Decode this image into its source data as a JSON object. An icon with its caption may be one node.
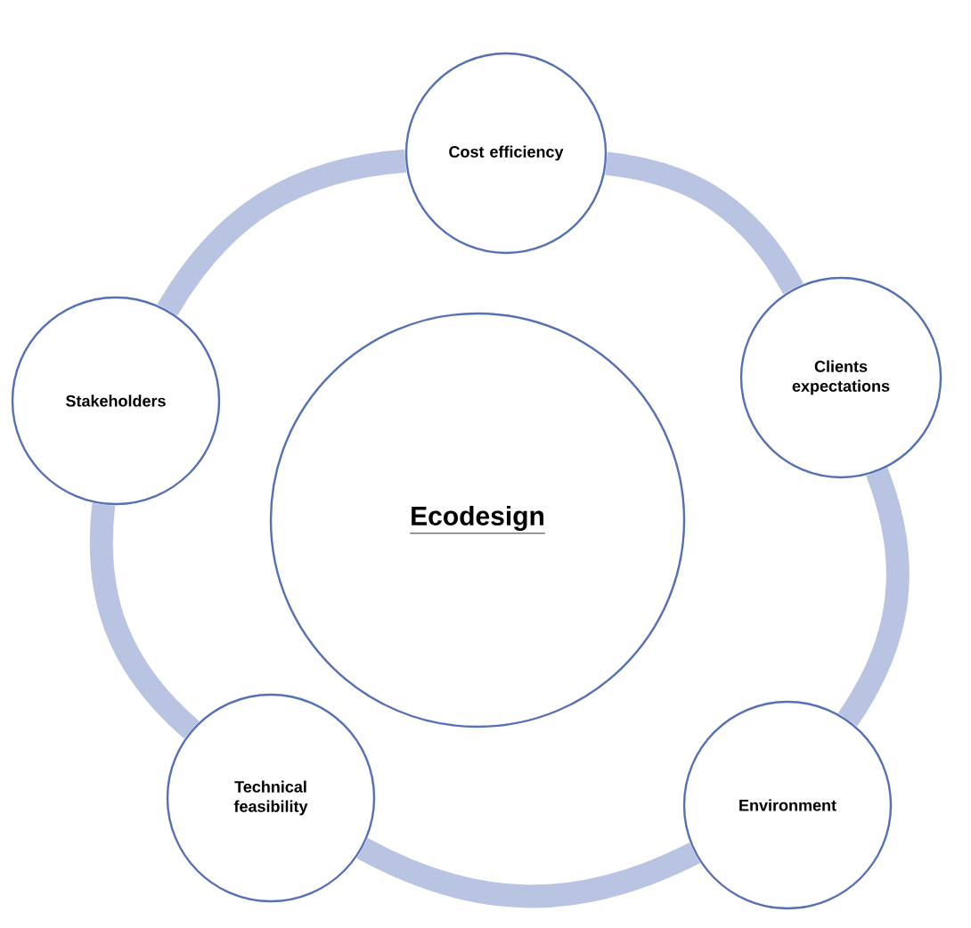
{
  "diagram": {
    "nodes": [
      {
        "text": [
          "Cost efficiency"
        ]
      },
      {
        "text": [
          "Clients expectations"
        ]
      },
      {
        "text": [
          "Environment"
        ]
      },
      {
        "text": [
          "Technical feasibility"
        ]
      },
      {
        "text": [
          "Stakeholders"
        ]
      },
      {
        "text": [
          "Ecodesign"
        ]
      }
    ],
    "edges": [
      {
        "from": 0,
        "to": 1,
        "arrow": "none"
      },
      {
        "from": 1,
        "to": 2,
        "arrow": "none"
      },
      {
        "from": 2,
        "to": 3,
        "arrow": "none"
      },
      {
        "from": 3,
        "to": 4,
        "arrow": "none"
      },
      {
        "from": 4,
        "to": 0,
        "arrow": "none"
      }
    ]
  }
}
